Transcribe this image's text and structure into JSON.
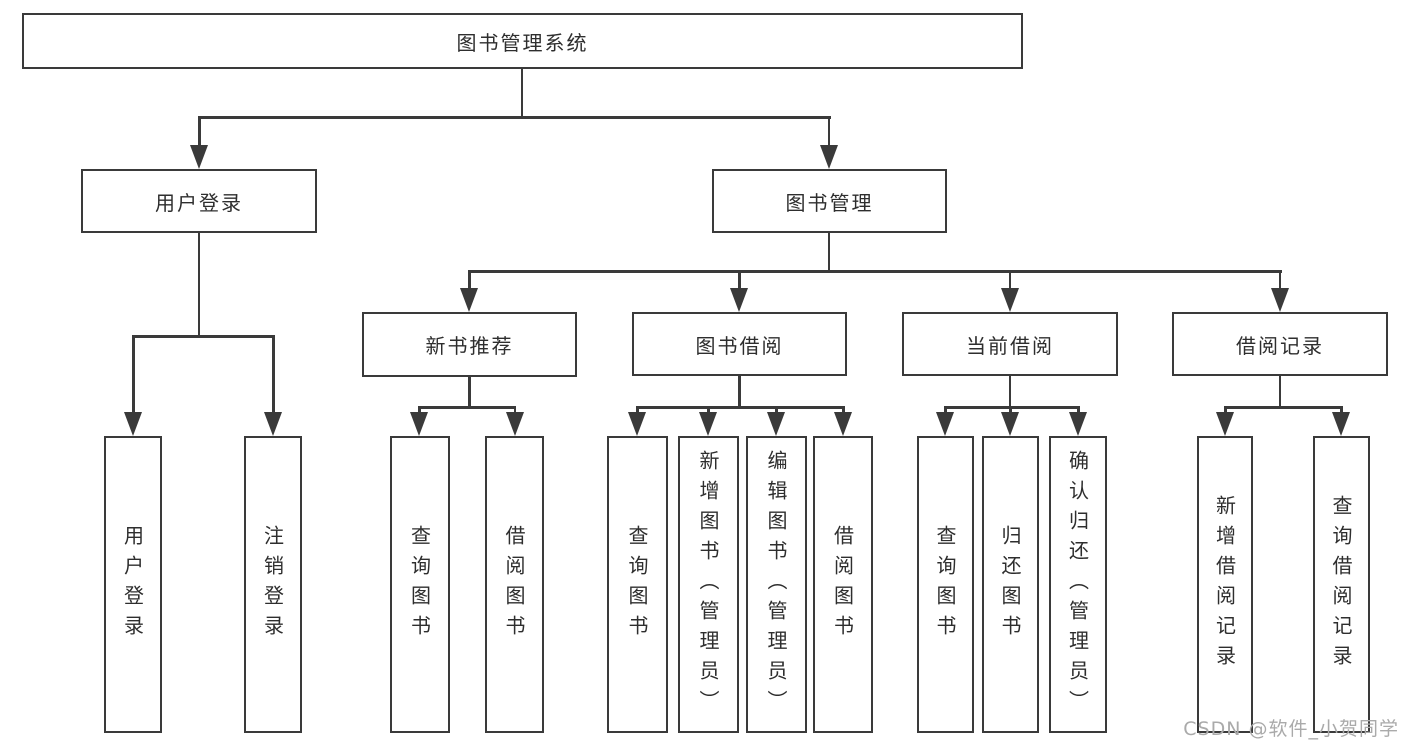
{
  "diagram": {
    "type": "tree",
    "root": {
      "label": "图书管理系统",
      "children": [
        {
          "label": "用户登录",
          "children": [
            {
              "label": "用户登录"
            },
            {
              "label": "注销登录"
            }
          ]
        },
        {
          "label": "图书管理",
          "children": [
            {
              "label": "新书推荐",
              "children": [
                {
                  "label": "查询图书"
                },
                {
                  "label": "借阅图书"
                }
              ]
            },
            {
              "label": "图书借阅",
              "children": [
                {
                  "label": "查询图书"
                },
                {
                  "label": "新增图书（管理员）"
                },
                {
                  "label": "编辑图书（管理员）"
                },
                {
                  "label": "借阅图书"
                }
              ]
            },
            {
              "label": "当前借阅",
              "children": [
                {
                  "label": "查询图书"
                },
                {
                  "label": "归还图书"
                },
                {
                  "label": "确认归还（管理员）"
                }
              ]
            },
            {
              "label": "借阅记录",
              "children": [
                {
                  "label": "新增借阅记录"
                },
                {
                  "label": "查询借阅记录"
                }
              ]
            }
          ]
        }
      ]
    }
  },
  "colors": {
    "line": "#3a3a3a",
    "text": "#2e2e2e",
    "background": "#ffffff",
    "watermark": "#aaaaaa"
  },
  "watermark": "CSDN @软件_小贺同学"
}
